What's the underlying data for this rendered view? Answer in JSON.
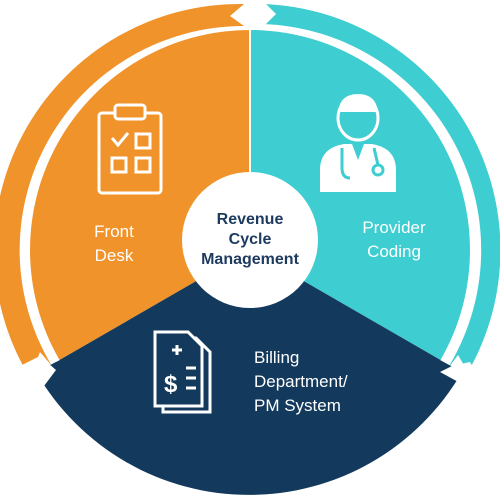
{
  "center": {
    "line1": "Revenue",
    "line2": "Cycle",
    "line3": "Management"
  },
  "segments": {
    "front_desk": {
      "line1": "Front",
      "line2": "Desk",
      "color": "#f0932b",
      "icon": "clipboard-checklist-icon"
    },
    "provider_coding": {
      "line1": "Provider",
      "line2": "Coding",
      "color": "#3ecdd0",
      "icon": "doctor-icon"
    },
    "billing": {
      "line1": "Billing",
      "line2": "Department/",
      "line3": "PM System",
      "color": "#133a5c",
      "icon": "invoice-dollar-icon"
    }
  },
  "ring_colors": {
    "orange": "#f0932b",
    "teal": "#3ecdd0",
    "navy": "#133a5c"
  }
}
